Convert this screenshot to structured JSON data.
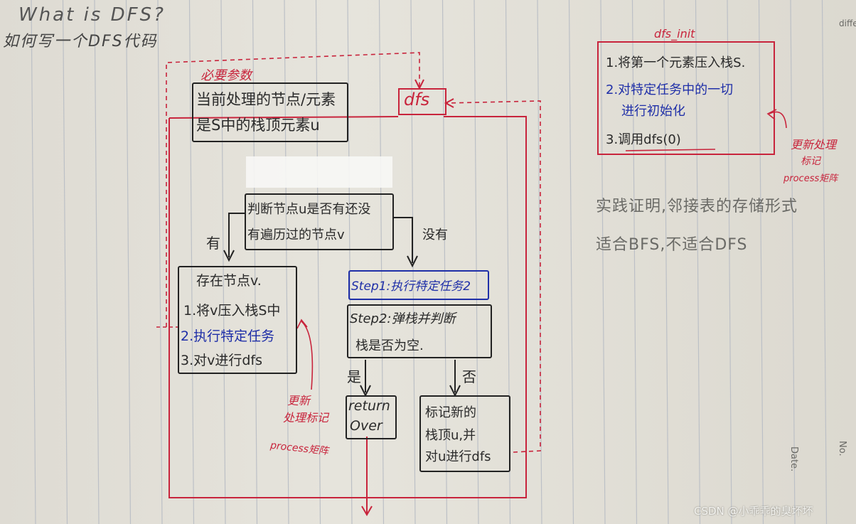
{
  "header": {
    "title": "What is DFS?",
    "subtitle": "如何写一个DFS代码"
  },
  "dfs_node": {
    "label": "dfs"
  },
  "params": {
    "label": "必要参数",
    "box_line1": "当前处理的节点/元素",
    "box_line2": "是S中的栈顶元素u"
  },
  "decision": {
    "line1": "判断节点u是否有还没",
    "line2": "有遍历过的节点v",
    "yes": "有",
    "no": "没有"
  },
  "left_box": {
    "line1": "存在节点v.",
    "line2": "1.将v压入栈S中",
    "line3": "2.执行特定任务",
    "line4": "3.对v进行dfs"
  },
  "step1": {
    "text": "Step1:执行特定任务2"
  },
  "step2": {
    "line1": "Step2:弹栈并判断",
    "line2": "栈是否为空."
  },
  "branch": {
    "yes": "是",
    "no": "否"
  },
  "return_box": {
    "line1": "return",
    "line2": "Over"
  },
  "mark_box": {
    "line1": "标记新的",
    "line2": "栈顶u,并",
    "line3": "对u进行dfs"
  },
  "update_note_left": {
    "line1": "更新",
    "line2": "处理标记",
    "line3": "process矩阵"
  },
  "dfs_init": {
    "title": "dfs_init",
    "item1": "1.将第一个元素压入栈S.",
    "item2a": "2.对特定任务中的一切",
    "item2b": "进行初始化",
    "item3": "3.调用dfs(0)"
  },
  "update_note_right": {
    "line1": "更新处理",
    "line2": "标记",
    "line3": "process矩阵"
  },
  "side_note": {
    "line1": "实践证明,邻接表的存储形式",
    "line2": "适合BFS,不适合DFS"
  },
  "margin_text": {
    "top_right": "diffe",
    "date": "Date.",
    "no": "No."
  },
  "watermark": {
    "text": "CSDN @小乖乖的臭坏坏"
  },
  "colors": {
    "ink": "#2a2a2a",
    "red": "#c8243c",
    "blue": "#1f2fa8",
    "paper": "#e3e1d9"
  }
}
